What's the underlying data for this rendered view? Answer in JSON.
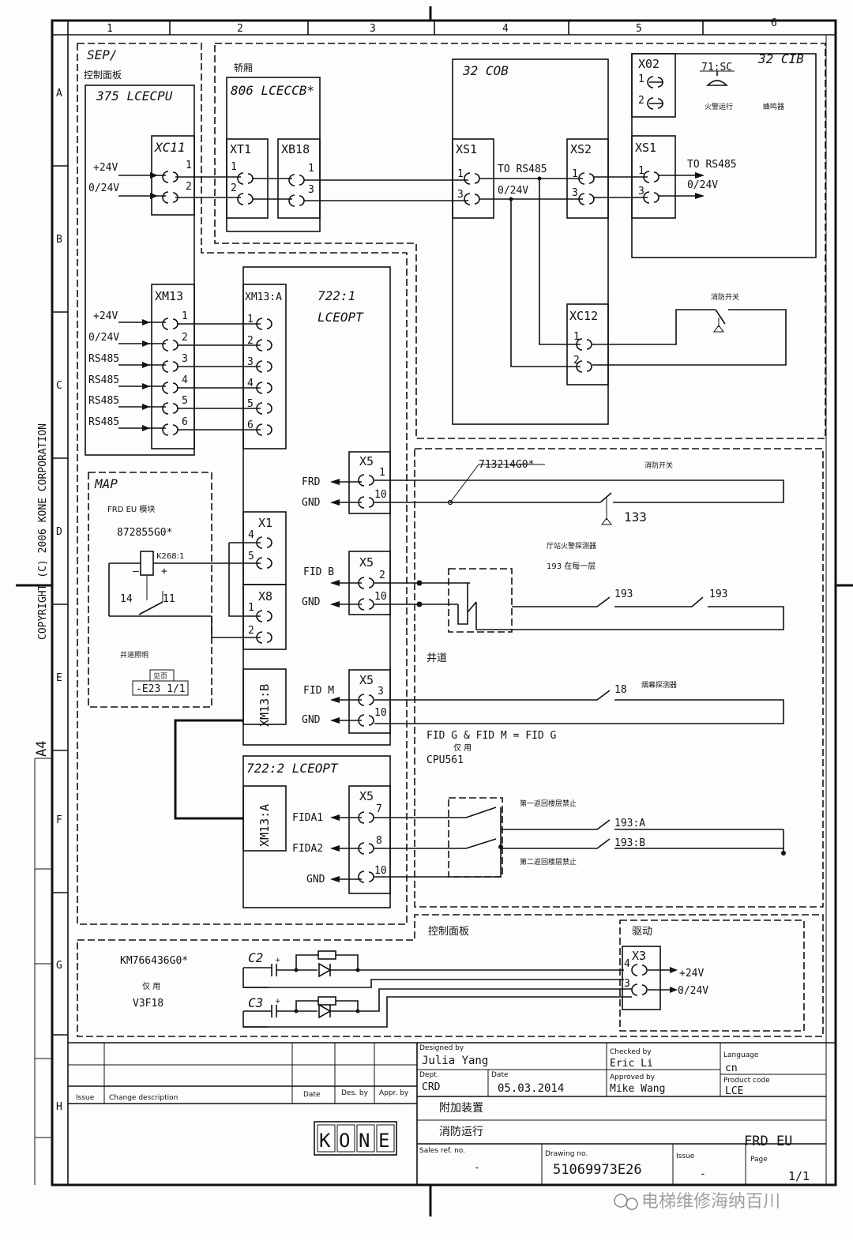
{
  "border": {
    "columns": [
      "1",
      "2",
      "3",
      "4",
      "5",
      "6"
    ],
    "rows": [
      "A",
      "B",
      "C",
      "D",
      "E",
      "F",
      "G",
      "H"
    ],
    "copyright": "COPYRIGHT (C) 2006 KONE CORPORATION",
    "paper_size": "A4"
  },
  "panels": {
    "sep": {
      "title": "SEP/",
      "subtitle": "控制面板"
    },
    "lcecpu": {
      "title": "375 LCECPU"
    },
    "car": {
      "title": "轿厢",
      "board": "806 LCECCB*"
    },
    "cob": {
      "title": "32 COB"
    },
    "cib": {
      "title": "32 CIB"
    },
    "lceopt1": {
      "title": "722:1",
      "subtitle": "LCEOPT"
    },
    "lceopt2": {
      "title": "722:2 LCEOPT"
    },
    "map": {
      "title": "MAP",
      "module": "FRD EU 模块",
      "part": "872855G0*",
      "relay": "K268:1",
      "minus": "–",
      "plus": "+",
      "c14": "14",
      "c11": "11",
      "lighting": "井道照明",
      "ref_label": "见页",
      "ref": "-E23 1/1"
    },
    "shaft": {
      "label": "井道"
    },
    "ctrl_panel2": {
      "label": "控制面板"
    },
    "drive": {
      "label": "驱动"
    },
    "km": {
      "part": "KM766436G0*",
      "only": "仅 用",
      "model": "V3F18",
      "c2": "C2",
      "c3": "C3",
      "plus": "+"
    }
  },
  "connectors": {
    "xc11": {
      "name": "XC11",
      "pins": [
        "1",
        "2"
      ]
    },
    "xt1": {
      "name": "XT1",
      "pins": [
        "1",
        "2"
      ]
    },
    "xb18": {
      "name": "XB18",
      "pins": [
        "1",
        "3"
      ]
    },
    "xs1_cob": {
      "name": "XS1",
      "pins": [
        "1",
        "3"
      ]
    },
    "xs2": {
      "name": "XS2",
      "pins": [
        "1",
        "3"
      ]
    },
    "xs1_cib": {
      "name": "XS1",
      "pins": [
        "1",
        "3"
      ]
    },
    "x02": {
      "name": "X02",
      "pins": [
        "1",
        "2"
      ]
    },
    "xc12": {
      "name": "XC12",
      "pins": [
        "1",
        "2"
      ]
    },
    "xm13": {
      "name": "XM13",
      "pins": [
        "1",
        "2",
        "3",
        "4",
        "5",
        "6"
      ]
    },
    "xm13a": {
      "name": "XM13:A",
      "pins": [
        "1",
        "2",
        "3",
        "4",
        "5",
        "6"
      ]
    },
    "x1": {
      "name": "X1",
      "pins": [
        "4",
        "5"
      ]
    },
    "x8": {
      "name": "X8",
      "pins": [
        "1",
        "2"
      ]
    },
    "xm13b": {
      "name": "XM13:B"
    },
    "xm13a2": {
      "name": "XM13:A"
    },
    "x5a": {
      "name": "X5",
      "pins": [
        "1",
        "10"
      ]
    },
    "x5b": {
      "name": "X5",
      "pins": [
        "2",
        "10"
      ]
    },
    "x5c": {
      "name": "X5",
      "pins": [
        "3",
        "10"
      ]
    },
    "x5d": {
      "name": "X5",
      "pins": [
        "7",
        "8",
        "10"
      ]
    },
    "x3": {
      "name": "X3",
      "pins": [
        "4",
        "3"
      ]
    }
  },
  "signals": {
    "p24": "+24V",
    "v0": "0/24V",
    "rs485": "RS485",
    "to_rs485": "TO RS485",
    "frd": "FRD",
    "gnd": "GND",
    "fidb": "FID B",
    "fidm": "FID M",
    "fida1": "FIDA1",
    "fida2": "FIDA2"
  },
  "labels": {
    "sc71": "71:SC",
    "fire_run": "火警运行",
    "buzzer": "蜂鸣器",
    "fire_switch": "消防开关",
    "part_713": "713214G0*",
    "n133": "133",
    "hall_detector": "厅站火警探测器",
    "each_floor": "193 在每一层",
    "n193": "193",
    "n18": "18",
    "smoke": "烟幕探测器",
    "fid_note": "FID G & FID M = FID G",
    "only": "仅 用",
    "cpu561": "CPU561",
    "first_return": "第一返回楼层禁止",
    "second_return": "第二返回楼层禁止",
    "n193a": "193:A",
    "n193b": "193:B"
  },
  "title_block": {
    "issue_h": "Issue",
    "change_h": "Change description",
    "date_h": "Date",
    "des_h": "Des. by",
    "appr_h": "Appr. by",
    "designed_by_h": "Designed by",
    "designed_by": "Julia Yang",
    "dept_h": "Dept.",
    "dept": "CRD",
    "date_label": "Date",
    "date": "05.03.2014",
    "checked_h": "Checked by",
    "checked": "Eric Li",
    "approved_h": "Approved by",
    "approved": "Mike Wang",
    "language_h": "Language",
    "language": "cn",
    "product_h": "Product code",
    "product": "LCE",
    "title1": "附加装置",
    "title2": "消防运行",
    "frd": "FRD EU",
    "sales_h": "Sales ref. no.",
    "sales": "-",
    "drawing_h": "Drawing no.",
    "drawing": "51069973E26",
    "issue_label": "Issue",
    "issue": "-",
    "page_h": "Page",
    "page": "1/1",
    "logo": "KONE"
  },
  "watermark": "电梯维修海纳百川"
}
